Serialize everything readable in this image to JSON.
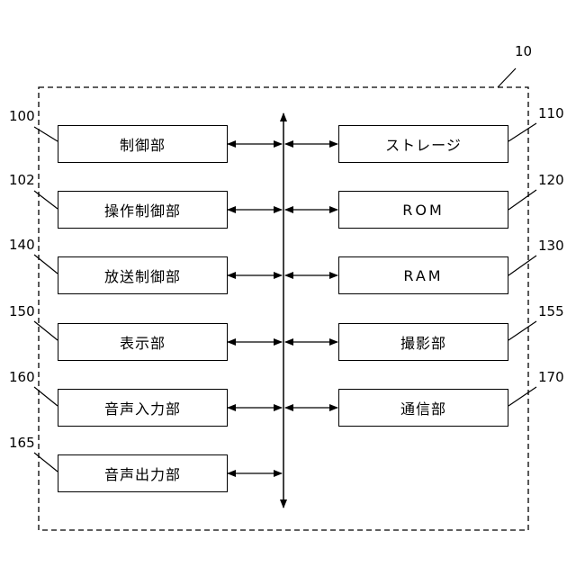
{
  "system": {
    "ref": "10"
  },
  "left_blocks": [
    {
      "label": "制御部",
      "ref": "100"
    },
    {
      "label": "操作制御部",
      "ref": "102"
    },
    {
      "label": "放送制御部",
      "ref": "140"
    },
    {
      "label": "表示部",
      "ref": "150"
    },
    {
      "label": "音声入力部",
      "ref": "160"
    },
    {
      "label": "音声出力部",
      "ref": "165"
    }
  ],
  "right_blocks": [
    {
      "label": "ストレージ",
      "ref": "110"
    },
    {
      "label": "ROM",
      "ref": "120"
    },
    {
      "label": "RAM",
      "ref": "130"
    },
    {
      "label": "撮影部",
      "ref": "155"
    },
    {
      "label": "通信部",
      "ref": "170"
    }
  ]
}
